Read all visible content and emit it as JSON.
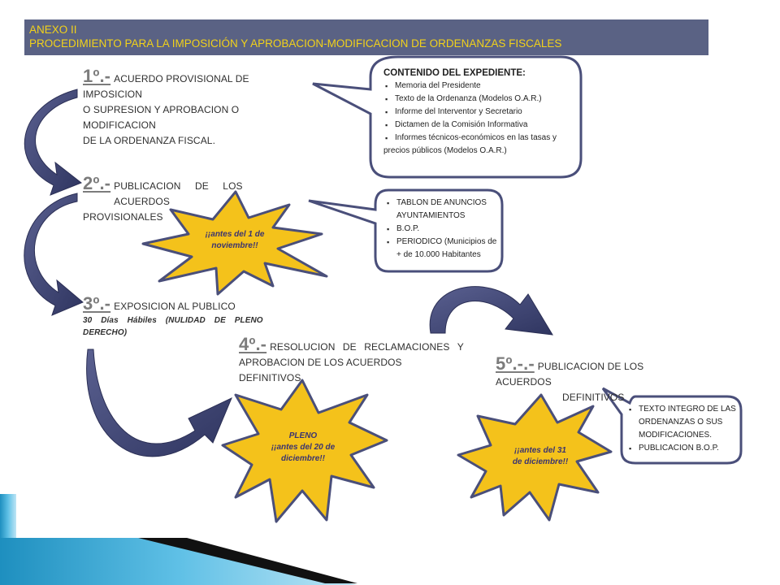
{
  "header": {
    "line1": "ANEXO II",
    "line2": "PROCEDIMIENTO PARA LA IMPOSICIÓN Y  APROBACION-MODIFICACION DE ORDENANZAS FISCALES"
  },
  "steps": [
    {
      "num": "1º.-",
      "lines": [
        "ACUERDO PROVISIONAL DE IMPOSICION",
        "O SUPRESION Y APROBACION O MODIFICACION",
        "DE LA ORDENANZA FISCAL."
      ]
    },
    {
      "num": "2º.-",
      "lines": [
        "PUBLICACION DE LOS ACUERDOS",
        "PROVISIONALES"
      ]
    },
    {
      "num": "3º.-",
      "lines": [
        "EXPOSICION AL PUBLICO"
      ],
      "sub": [
        "30 Días Hábiles (NULIDAD DE PLENO",
        "DERECHO)"
      ]
    },
    {
      "num": "4º.-",
      "lines": [
        "RESOLUCION DE RECLAMACIONES Y",
        "APROBACION DE LOS ACUERDOS DEFINITIVOS"
      ]
    },
    {
      "num": "5º.-.-",
      "lines": [
        "PUBLICACION DE LOS ACUERDOS",
        "DEFINITIVOS"
      ]
    }
  ],
  "bubbles": {
    "expediente": {
      "title": "CONTENIDO DEL EXPEDIENTE:",
      "items": [
        "Memoria del Presidente",
        "Texto de la Ordenanza (Modelos O.A.R.)",
        "Informe del Interventor y Secretario",
        "Dictamen de la Comisión Informativa",
        "Informes técnicos-económicos en las tasas y precios públicos (Modelos O.A.R.)"
      ]
    },
    "publicacion": {
      "items": [
        "TABLON DE ANUNCIOS AYUNTAMIENTOS",
        "B.O.P.",
        "PERIODICO (Municipios de + de 10.000 Habitantes"
      ]
    },
    "definitivos": {
      "items": [
        "TEXTO INTEGRO DE LAS ORDENANZAS O SUS MODIFICACIONES.",
        "PUBLICACION B.O.P."
      ]
    }
  },
  "stars": {
    "star1": [
      "¡¡antes del 1 de",
      "noviembre!!"
    ],
    "star2": [
      "PLENO",
      "¡¡antes del 20 de",
      "diciembre!!"
    ],
    "star3": [
      "¡¡antes del 31",
      "de diciembre!!"
    ]
  },
  "colors": {
    "header_bg": "#5a6284",
    "header_text": "#f2d21a",
    "star_fill": "#f4c21b",
    "star_stroke": "#4a4f7a",
    "arrow_fill": "#3e4470",
    "bubble_stroke": "#4a4f7a"
  }
}
